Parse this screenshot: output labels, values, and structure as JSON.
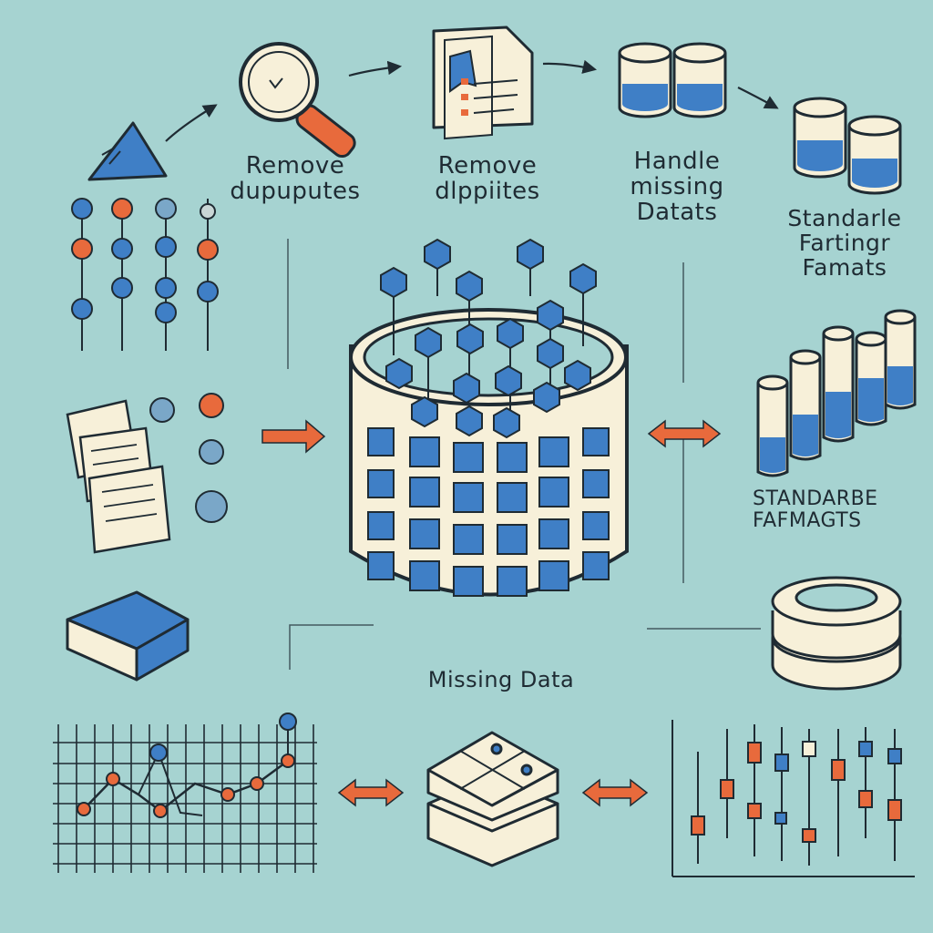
{
  "colors": {
    "background": "#a6d3d1",
    "ink": "#1f2b33",
    "blue": "#3f7fc6",
    "orange": "#e86a3c",
    "cream": "#f7f0d9"
  },
  "labels": {
    "remove_duplicates_1": {
      "line1": "Remove",
      "line2": "dupuputes"
    },
    "remove_duplicates_2": {
      "line1": "Remove",
      "line2": "dlppiites"
    },
    "handle_missing": {
      "line1": "Handle",
      "line2": "missing",
      "line3": "Datats"
    },
    "standardize_top": {
      "line1": "Standarle",
      "line2": "Fartingr",
      "line3": "Famats"
    },
    "standardize_mid": {
      "line1": "STANDARBE",
      "line2": "FAFMAGTS"
    },
    "missing_data": "Missing Data"
  },
  "icons": [
    "triangle-icon",
    "magnifier-icon",
    "document-icon",
    "cylinder-icon",
    "database-icon",
    "paper-stack-icon",
    "tray-icon",
    "line-chart-icon",
    "box-icon",
    "candlestick-chart-icon",
    "ring-stack-icon",
    "arrow-icon"
  ]
}
